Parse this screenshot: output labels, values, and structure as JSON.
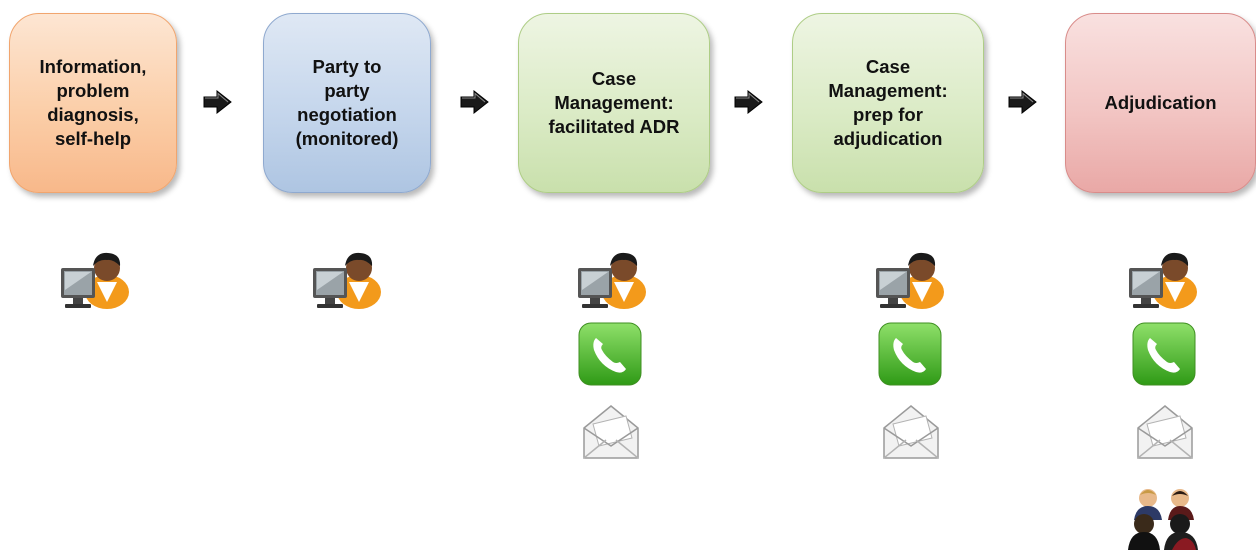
{
  "stages": [
    {
      "label": "Information,\nproblem\ndiagnosis,\nself-help",
      "color": "#fbcea8"
    },
    {
      "label": "Party to\nparty\nnegotiation\n(monitored)",
      "color": "#c5d6ec"
    },
    {
      "label": "Case\nManagement:\nfacilitated ADR",
      "color": "#dbebc6"
    },
    {
      "label": "Case\nManagement:\nprep for\nadjudication",
      "color": "#dbebc6"
    },
    {
      "label": "Adjudication",
      "color": "#f2c5c3"
    }
  ],
  "channels": {
    "stage_0": [
      "computer-user-icon"
    ],
    "stage_1": [
      "computer-user-icon"
    ],
    "stage_2": [
      "computer-user-icon",
      "phone-icon",
      "mail-icon"
    ],
    "stage_3": [
      "computer-user-icon",
      "phone-icon",
      "mail-icon"
    ],
    "stage_4": [
      "computer-user-icon",
      "phone-icon",
      "mail-icon",
      "meeting-people-icon"
    ]
  },
  "arrow_icon": "block-arrow-right-icon",
  "colors": {
    "phone_green": "#4caf2a",
    "person_orange": "#f39a1b",
    "arrow_dark": "#1a1a1a"
  }
}
